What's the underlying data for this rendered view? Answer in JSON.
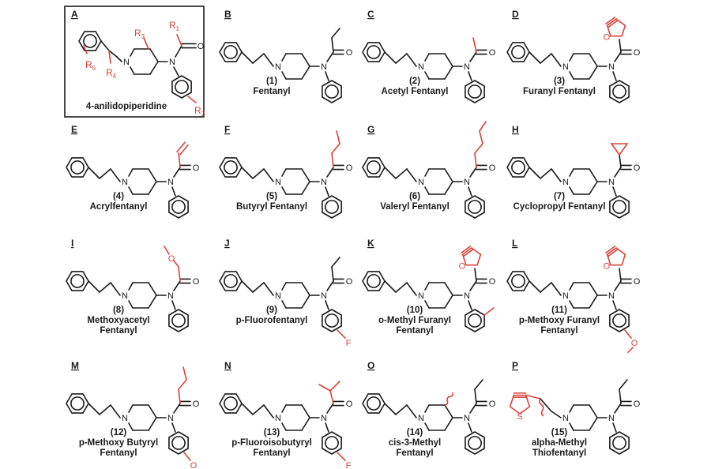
{
  "colors": {
    "black": "#1a1a1a",
    "red": "#d9433b"
  },
  "atoms": {
    "n": "N",
    "o": "O",
    "s": "S",
    "f": "F"
  },
  "panels": [
    {
      "letter": "A",
      "number": "",
      "name": "4-anilidopiperidine",
      "name2": "",
      "acyl": "generic",
      "aryl": "generic",
      "linker": "generic",
      "ringmod": "generic"
    },
    {
      "letter": "B",
      "number": "(1)",
      "name": "Fentanyl",
      "name2": "",
      "acyl": "propionyl",
      "aryl": "none",
      "linker": "phenethyl",
      "ringmod": "none"
    },
    {
      "letter": "C",
      "number": "(2)",
      "name": "Acetyl Fentanyl",
      "name2": "",
      "acyl": "acetyl",
      "aryl": "none",
      "linker": "phenethyl",
      "ringmod": "none"
    },
    {
      "letter": "D",
      "number": "(3)",
      "name": "Furanyl Fentanyl",
      "name2": "",
      "acyl": "furanyl",
      "aryl": "none",
      "linker": "phenethyl",
      "ringmod": "none"
    },
    {
      "letter": "E",
      "number": "(4)",
      "name": "Acrylfentanyl",
      "name2": "",
      "acyl": "acryl",
      "aryl": "none",
      "linker": "phenethyl",
      "ringmod": "none"
    },
    {
      "letter": "F",
      "number": "(5)",
      "name": "Butyryl Fentanyl",
      "name2": "",
      "acyl": "butyryl",
      "aryl": "none",
      "linker": "phenethyl",
      "ringmod": "none"
    },
    {
      "letter": "G",
      "number": "(6)",
      "name": "Valeryl Fentanyl",
      "name2": "",
      "acyl": "valeryl",
      "aryl": "none",
      "linker": "phenethyl",
      "ringmod": "none"
    },
    {
      "letter": "H",
      "number": "(7)",
      "name": "Cyclopropyl Fentanyl",
      "name2": "",
      "acyl": "cyclopropyl",
      "aryl": "none",
      "linker": "phenethyl",
      "ringmod": "none"
    },
    {
      "letter": "I",
      "number": "(8)",
      "name": "Methoxyacetyl",
      "name2": "Fentanyl",
      "acyl": "methoxyacetyl",
      "aryl": "none",
      "linker": "phenethyl",
      "ringmod": "none"
    },
    {
      "letter": "J",
      "number": "(9)",
      "name": "p-Fluorofentanyl",
      "name2": "",
      "acyl": "propionyl",
      "aryl": "pF",
      "linker": "phenethyl",
      "ringmod": "none"
    },
    {
      "letter": "K",
      "number": "(10)",
      "name": "o-Methyl Furanyl",
      "name2": "Fentanyl",
      "acyl": "furanyl",
      "aryl": "oMe",
      "linker": "phenethyl",
      "ringmod": "none"
    },
    {
      "letter": "L",
      "number": "(11)",
      "name": "p-Methoxy Furanyl",
      "name2": "Fentanyl",
      "acyl": "furanyl",
      "aryl": "pOMe",
      "linker": "phenethyl",
      "ringmod": "none"
    },
    {
      "letter": "M",
      "number": "(12)",
      "name": "p-Methoxy Butyryl",
      "name2": "Fentanyl",
      "acyl": "butyryl",
      "aryl": "pOMe",
      "linker": "phenethyl",
      "ringmod": "none"
    },
    {
      "letter": "N",
      "number": "(13)",
      "name": "p-Fluoroisobutyryl",
      "name2": "Fentanyl",
      "acyl": "isobutyryl",
      "aryl": "pF",
      "linker": "phenethyl",
      "ringmod": "none"
    },
    {
      "letter": "O",
      "number": "(14)",
      "name": "cis-3-Methyl",
      "name2": "Fentanyl",
      "acyl": "propionyl",
      "aryl": "none",
      "linker": "phenethyl",
      "ringmod": "3methyl"
    },
    {
      "letter": "P",
      "number": "(15)",
      "name": "alpha-Methyl",
      "name2": "Thiofentanyl",
      "acyl": "propionyl",
      "aryl": "none",
      "linker": "thienyl",
      "ringmod": "none"
    }
  ],
  "generic_labels": {
    "r1": "R",
    "r1_sub": "1",
    "r2": "R",
    "r2_sub": "2",
    "r3": "R",
    "r3_sub": "3",
    "r4": "R",
    "r4_sub": "4",
    "r5": "R",
    "r5_sub": "5"
  }
}
